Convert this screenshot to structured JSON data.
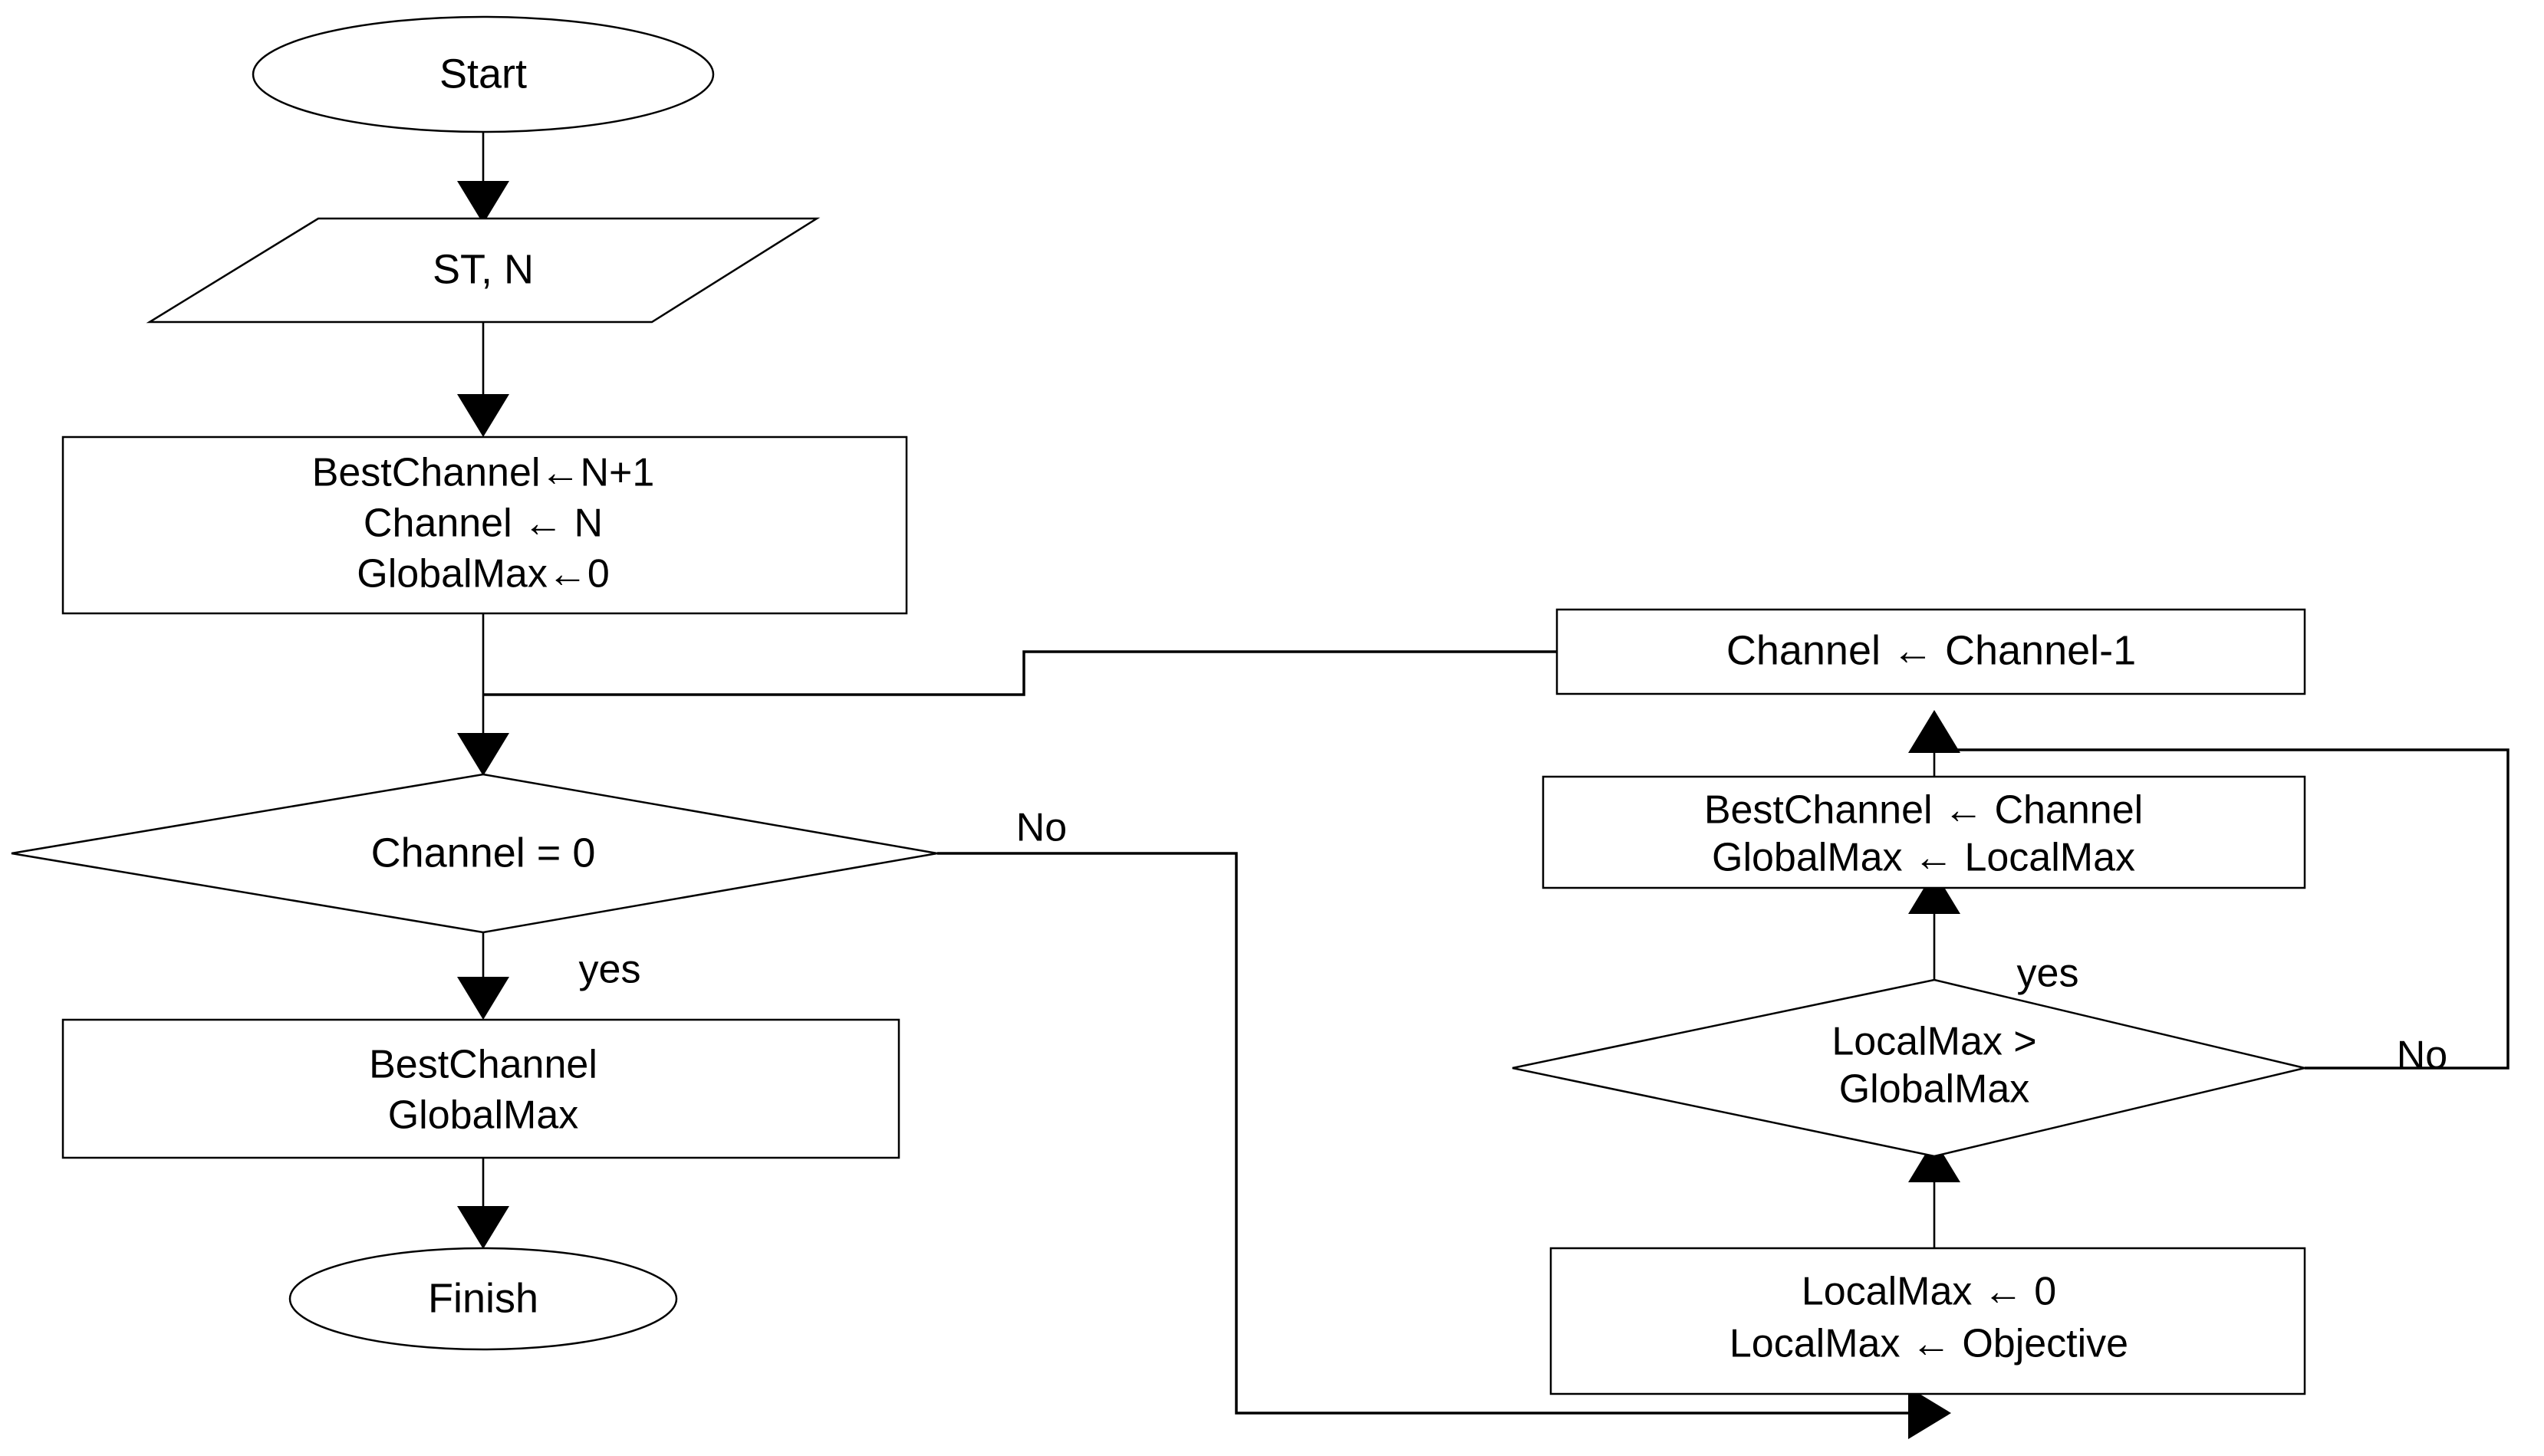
{
  "diagram": {
    "title": "Best channel selection algorithm flowchart",
    "type": "flowchart",
    "background_color": "#ffffff",
    "line_color": "#000000",
    "text_color": "#000000"
  },
  "nodes": {
    "start": {
      "shape": "ellipse",
      "label": "Start"
    },
    "input": {
      "shape": "parallelogram",
      "label": "ST, N"
    },
    "init": {
      "shape": "rectangle",
      "line1": "BestChannel←N+1",
      "line2": "Channel ← N",
      "line3": "GlobalMax←0"
    },
    "decision_channel": {
      "shape": "diamond",
      "label": "Channel = 0"
    },
    "output": {
      "shape": "rectangle",
      "line1": "BestChannel",
      "line2": "GlobalMax"
    },
    "finish": {
      "shape": "ellipse",
      "label": "Finish"
    },
    "decrement": {
      "shape": "rectangle",
      "label": "Channel ← Channel-1"
    },
    "update_best": {
      "shape": "rectangle",
      "line1": "BestChannel ← Channel",
      "line2": "GlobalMax ← LocalMax"
    },
    "decision_localmax": {
      "shape": "diamond",
      "line1": "LocalMax >",
      "line2": "GlobalMax"
    },
    "compute_localmax": {
      "shape": "rectangle",
      "line1": "LocalMax ← 0",
      "line2": "LocalMax ← Objective"
    }
  },
  "edge_labels": {
    "channel_no": "No",
    "channel_yes": "yes",
    "localmax_yes": "yes",
    "localmax_no": "No"
  }
}
